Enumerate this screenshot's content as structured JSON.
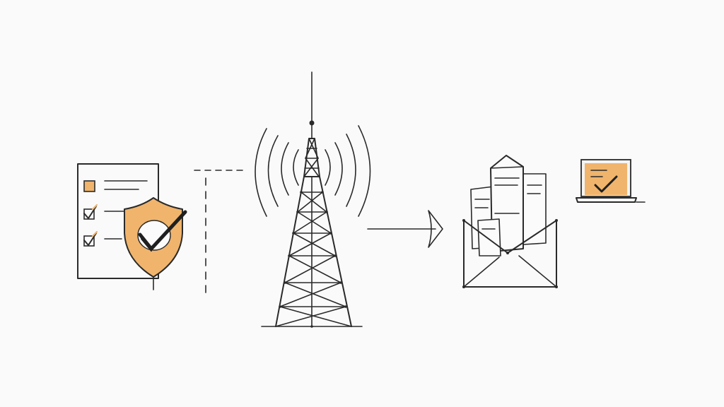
{
  "diagram": {
    "kind": "hand-drawn flow sketch",
    "colors": {
      "background": "#fafafa",
      "ink": "#2a2a2a",
      "accent": "#f0b46c"
    },
    "icons": [
      "checklist-document-icon",
      "shield-check-icon",
      "dashed-connector",
      "radio-tower-icon",
      "arrow-right-icon",
      "envelope-with-documents-icon",
      "laptop-check-icon"
    ],
    "checklist": {
      "items": [
        {
          "state": "filled"
        },
        {
          "state": "checked"
        },
        {
          "state": "checked"
        }
      ]
    }
  }
}
